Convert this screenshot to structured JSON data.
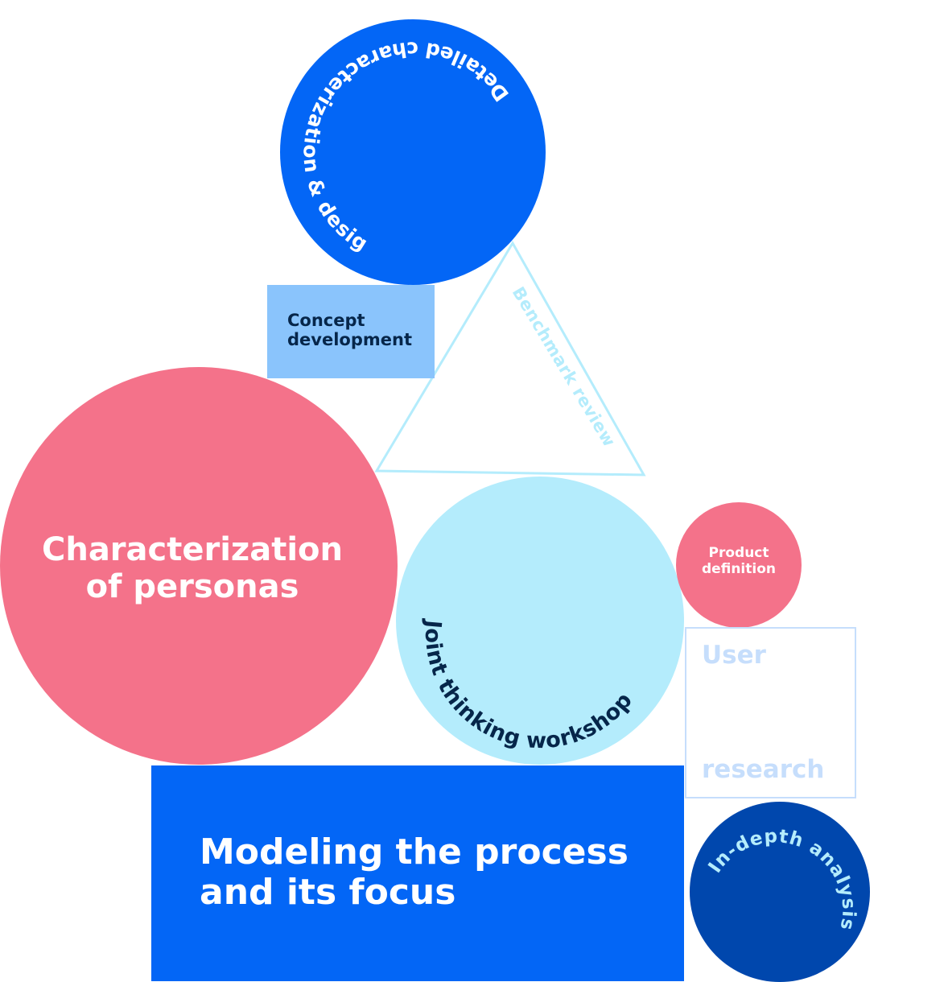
{
  "colors": {
    "royal_blue": "#0366f6",
    "dark_blue": "#0047ad",
    "light_blue": "#8ac4fc",
    "pale_cyan": "#b4ecfc",
    "coral_pink": "#f4728a",
    "navy_text": "#06264a",
    "outline": "#c6defc",
    "triangle_stroke": "#b4ecfc"
  },
  "nodes": {
    "detailed": {
      "label": "Detailed characterization & design"
    },
    "concept": {
      "line1": "Concept",
      "line2": "development"
    },
    "benchmark": {
      "label": "Benchmark review"
    },
    "personas": {
      "line1": "Characterization",
      "line2": "of personas"
    },
    "workshop": {
      "label": "Joint thinking workshop"
    },
    "product": {
      "line1": "Product",
      "line2": "definition"
    },
    "user_research": {
      "line1": "User",
      "line2": "research"
    },
    "modeling": {
      "line1": "Modeling the process",
      "line2": "and its focus"
    },
    "in_depth": {
      "label": "In-depth analysis"
    }
  }
}
